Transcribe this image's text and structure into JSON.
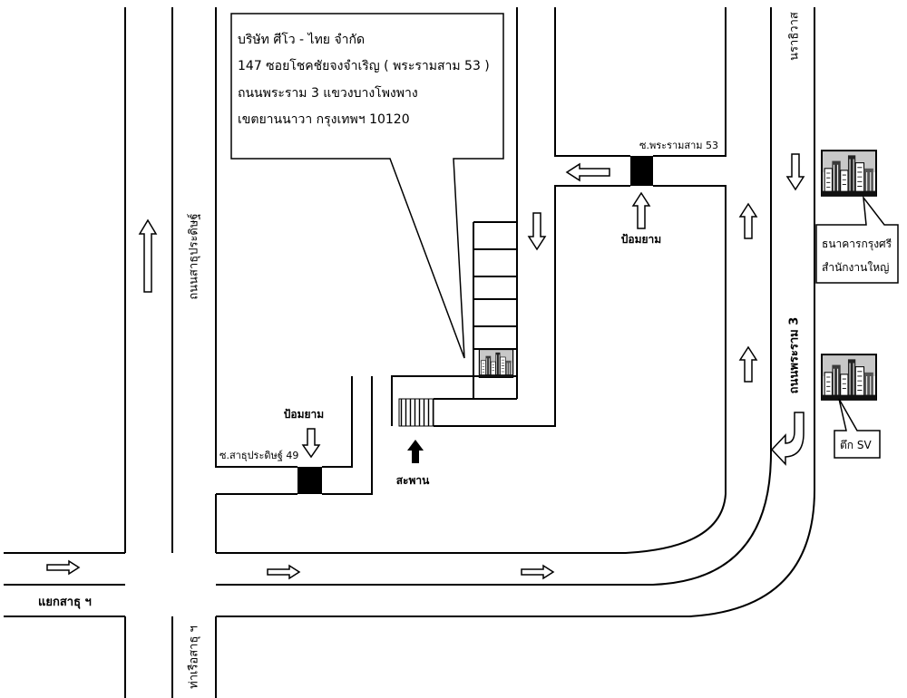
{
  "map": {
    "company": {
      "name": "บริษัท ศีโว - ไทย จำกัด",
      "address": [
        "147 ซอยโชคชัยจงจำเริญ ( พระรามสาม 53 )",
        "ถนนพระราม 3 แขวงบางโพงพาง",
        "เขตยานนาวา กรุงเทพฯ  10120"
      ]
    },
    "roads": {
      "sathu_pradit": "ถนนสาธุประดิษฐ์",
      "rama3": "ถนนพระราม 3",
      "narathiwat": "นราธิวาส",
      "soi_sathu_pradit_49": "ซ.สาธุประดิษฐ์ 49",
      "soi_rama3_53": "ซ.พระรามสาม 53",
      "sathu_junction": "แยกสาธุ ฯ",
      "sathu_pier": "ท่าเรือสาธุ ฯ"
    },
    "landmarks": {
      "guard_post_soi53": "ป้อมยาม",
      "guard_post_soi49": "ป้อมยาม",
      "bridge": "สะพาน",
      "bank_name": "ธนาคารกรุงศรี",
      "bank_branch": "สำนักงานใหญ่",
      "sv_building": "ตึก SV"
    },
    "icons": {
      "office_building": "building-icon",
      "traffic_direction": "arrow-icon",
      "guard_booth": "guard-booth-icon",
      "bridge": "bridge-icon"
    },
    "colors": {
      "ink": "#000000",
      "paper": "#ffffff",
      "sky": "#c8c8c8"
    }
  }
}
